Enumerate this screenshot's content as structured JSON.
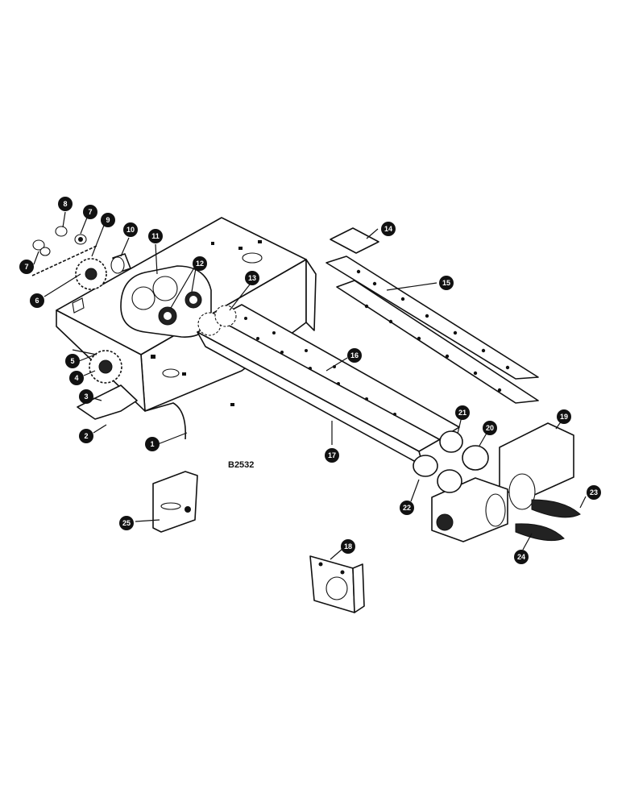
{
  "drawing_code": "B2532",
  "callouts": [
    {
      "id": "c1",
      "label": "1"
    },
    {
      "id": "c2",
      "label": "2"
    },
    {
      "id": "c3",
      "label": "3"
    },
    {
      "id": "c4",
      "label": "4"
    },
    {
      "id": "c5",
      "label": "5"
    },
    {
      "id": "c6",
      "label": "6"
    },
    {
      "id": "c7",
      "label": "7"
    },
    {
      "id": "c7b",
      "label": "7"
    },
    {
      "id": "c8",
      "label": "8"
    },
    {
      "id": "c9",
      "label": "9"
    },
    {
      "id": "c10",
      "label": "10"
    },
    {
      "id": "c11",
      "label": "11"
    },
    {
      "id": "c12",
      "label": "12"
    },
    {
      "id": "c13",
      "label": "13"
    },
    {
      "id": "c14",
      "label": "14"
    },
    {
      "id": "c15",
      "label": "15"
    },
    {
      "id": "c16",
      "label": "16"
    },
    {
      "id": "c17",
      "label": "17"
    },
    {
      "id": "c18",
      "label": "18"
    },
    {
      "id": "c19",
      "label": "19"
    },
    {
      "id": "c20",
      "label": "20"
    },
    {
      "id": "c21",
      "label": "21"
    },
    {
      "id": "c22",
      "label": "22"
    },
    {
      "id": "c23",
      "label": "23"
    },
    {
      "id": "c24",
      "label": "24"
    },
    {
      "id": "c25",
      "label": "25"
    }
  ]
}
